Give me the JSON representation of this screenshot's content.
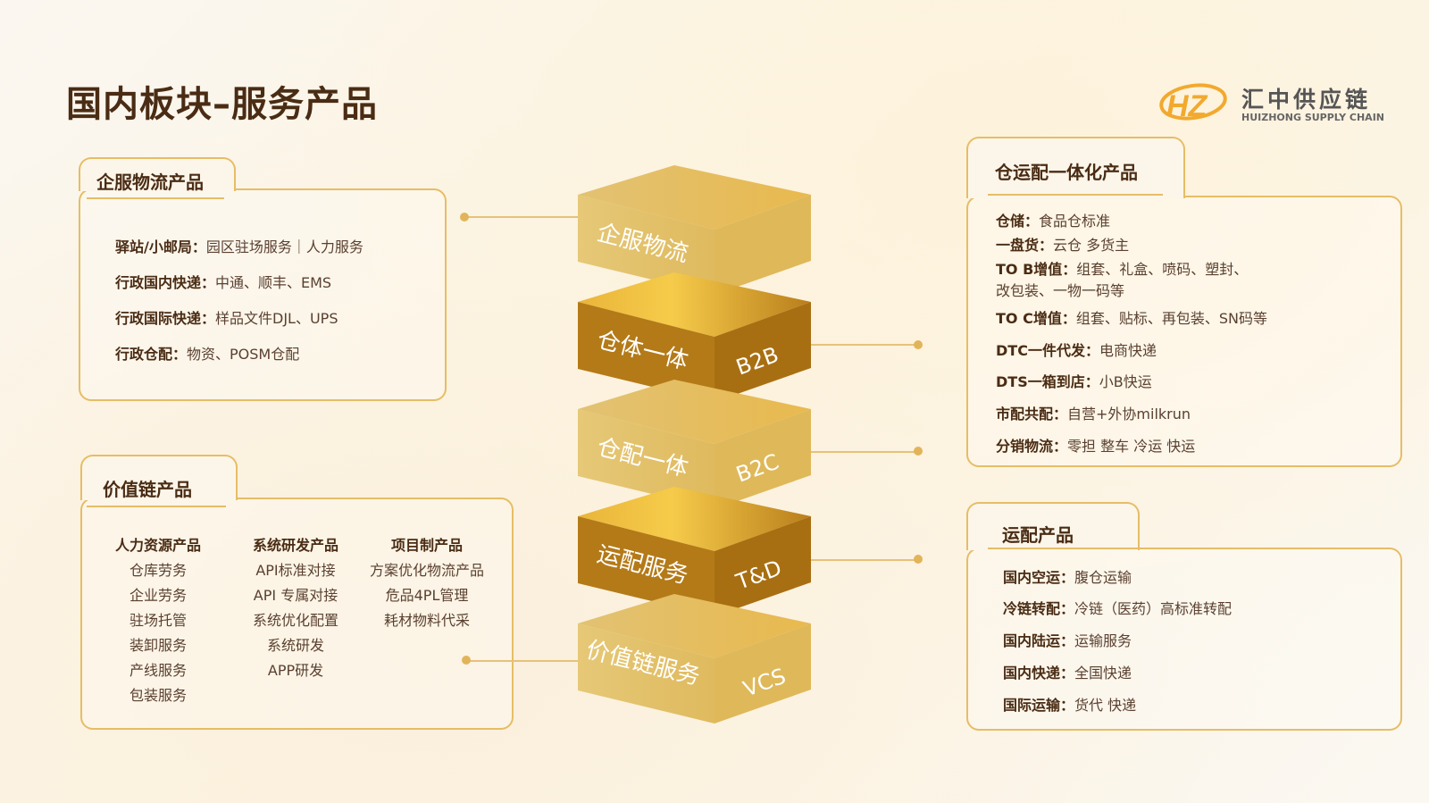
{
  "title": "国内板块–服务产品",
  "logo": {
    "cn": "汇中供应链",
    "en": "HUIZHONG SUPPLY CHAIN",
    "mark": "HZ"
  },
  "colors": {
    "accent": "#e6bd66",
    "light_block": "#e6c46c",
    "dark_block": "#b27716",
    "text": "#4a2c14"
  },
  "blocks": [
    {
      "label": "企服物流",
      "tag": ""
    },
    {
      "label": "仓体一体",
      "tag": "B2B"
    },
    {
      "label": "仓配一体",
      "tag": "B2C"
    },
    {
      "label": "运配服务",
      "tag": "T&D"
    },
    {
      "label": "价值链服务",
      "tag": "VCS"
    }
  ],
  "enterprise": {
    "title": "企服物流产品",
    "items": [
      {
        "k": "驿站/小邮局：",
        "v": "园区驻场服务｜人力服务"
      },
      {
        "k": "行政国内快递：",
        "v": "中通、顺丰、EMS"
      },
      {
        "k": "行政国际快递：",
        "v": "样品文件DJL、UPS"
      },
      {
        "k": "行政仓配：",
        "v": "物资、POSM仓配"
      }
    ]
  },
  "value_chain": {
    "title": "价值链产品",
    "columns": [
      {
        "header": "人力资源产品",
        "items": [
          "仓库劳务",
          "企业劳务",
          "驻场托管",
          "装卸服务",
          "产线服务",
          "包装服务"
        ]
      },
      {
        "header": "系统研发产品",
        "items": [
          "API标准对接",
          "API 专属对接",
          "系统优化配置",
          "系统研发",
          "APP研发"
        ]
      },
      {
        "header": "项目制产品",
        "items": [
          "方案优化物流产品",
          "危品4PL管理",
          "耗材物料代采"
        ]
      }
    ]
  },
  "integrated": {
    "title": "仓运配一体化产品",
    "items": [
      {
        "k": "仓储：",
        "v": "食品仓标准"
      },
      {
        "k": "一盘货：",
        "v": "云仓 多货主"
      },
      {
        "k": "TO B增值：",
        "v": "组套、礼盒、喷码、塑封、",
        "v2": "改包装、一物一码等"
      },
      {
        "k": "TO C增值：",
        "v": "组套、贴标、再包装、SN码等"
      },
      {
        "k": "DTC一件代发：",
        "v": "电商快递"
      },
      {
        "k": "DTS一箱到店：",
        "v": "小B快运"
      },
      {
        "k": "市配共配：",
        "v": "自营+外协milkrun"
      },
      {
        "k": "分销物流：",
        "v": "零担 整车 冷运 快运"
      }
    ]
  },
  "transport": {
    "title": "运配产品",
    "items": [
      {
        "k": "国内空运：",
        "v": "腹仓运输"
      },
      {
        "k": "冷链转配：",
        "v": "冷链（医药）高标准转配"
      },
      {
        "k": "国内陆运：",
        "v": "运输服务"
      },
      {
        "k": "国内快递：",
        "v": "全国快递"
      },
      {
        "k": "国际运输：",
        "v": "货代 快递"
      }
    ]
  }
}
